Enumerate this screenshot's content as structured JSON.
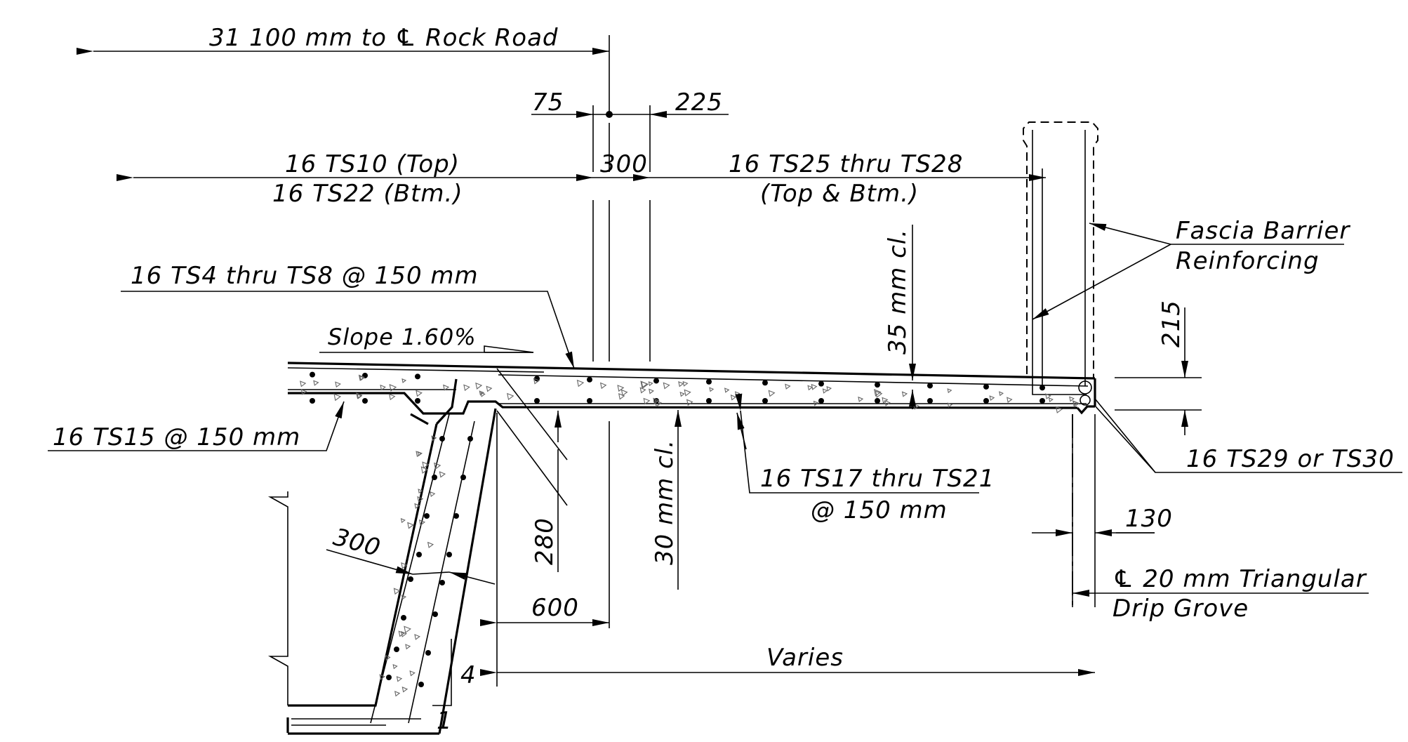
{
  "drawing": {
    "labels": {
      "rock_road": "31 100 mm to ℄ Rock Road",
      "dim_75": "75",
      "dim_225": "225",
      "dim_300_top": "300",
      "ts10": "16 TS10 (Top)",
      "ts22": "16 TS22 (Btm.)",
      "ts25": "16 TS25 thru TS28",
      "ts25_sub": "(Top & Btm.)",
      "fascia_1": "Fascia Barrier",
      "fascia_2": "Reinforcing",
      "ts4": "16 TS4 thru TS8 @ 150 mm",
      "slope": "Slope 1.60%",
      "cl35": "35 mm cl.",
      "dim_215": "215",
      "ts15": "16 TS15 @ 150 mm",
      "ts29": "16 TS29 or TS30",
      "dim_300_web": "300",
      "cl30": "30 mm cl.",
      "dim_280": "280",
      "ts17": "16 TS17 thru TS21",
      "ts17_sub": "@ 150 mm",
      "dim_130": "130",
      "drip_1": "℄ 20 mm Triangular",
      "drip_2": "Drip Grove",
      "dim_600": "600",
      "varies": "Varies",
      "slope_4": "4",
      "slope_1": "1"
    }
  }
}
